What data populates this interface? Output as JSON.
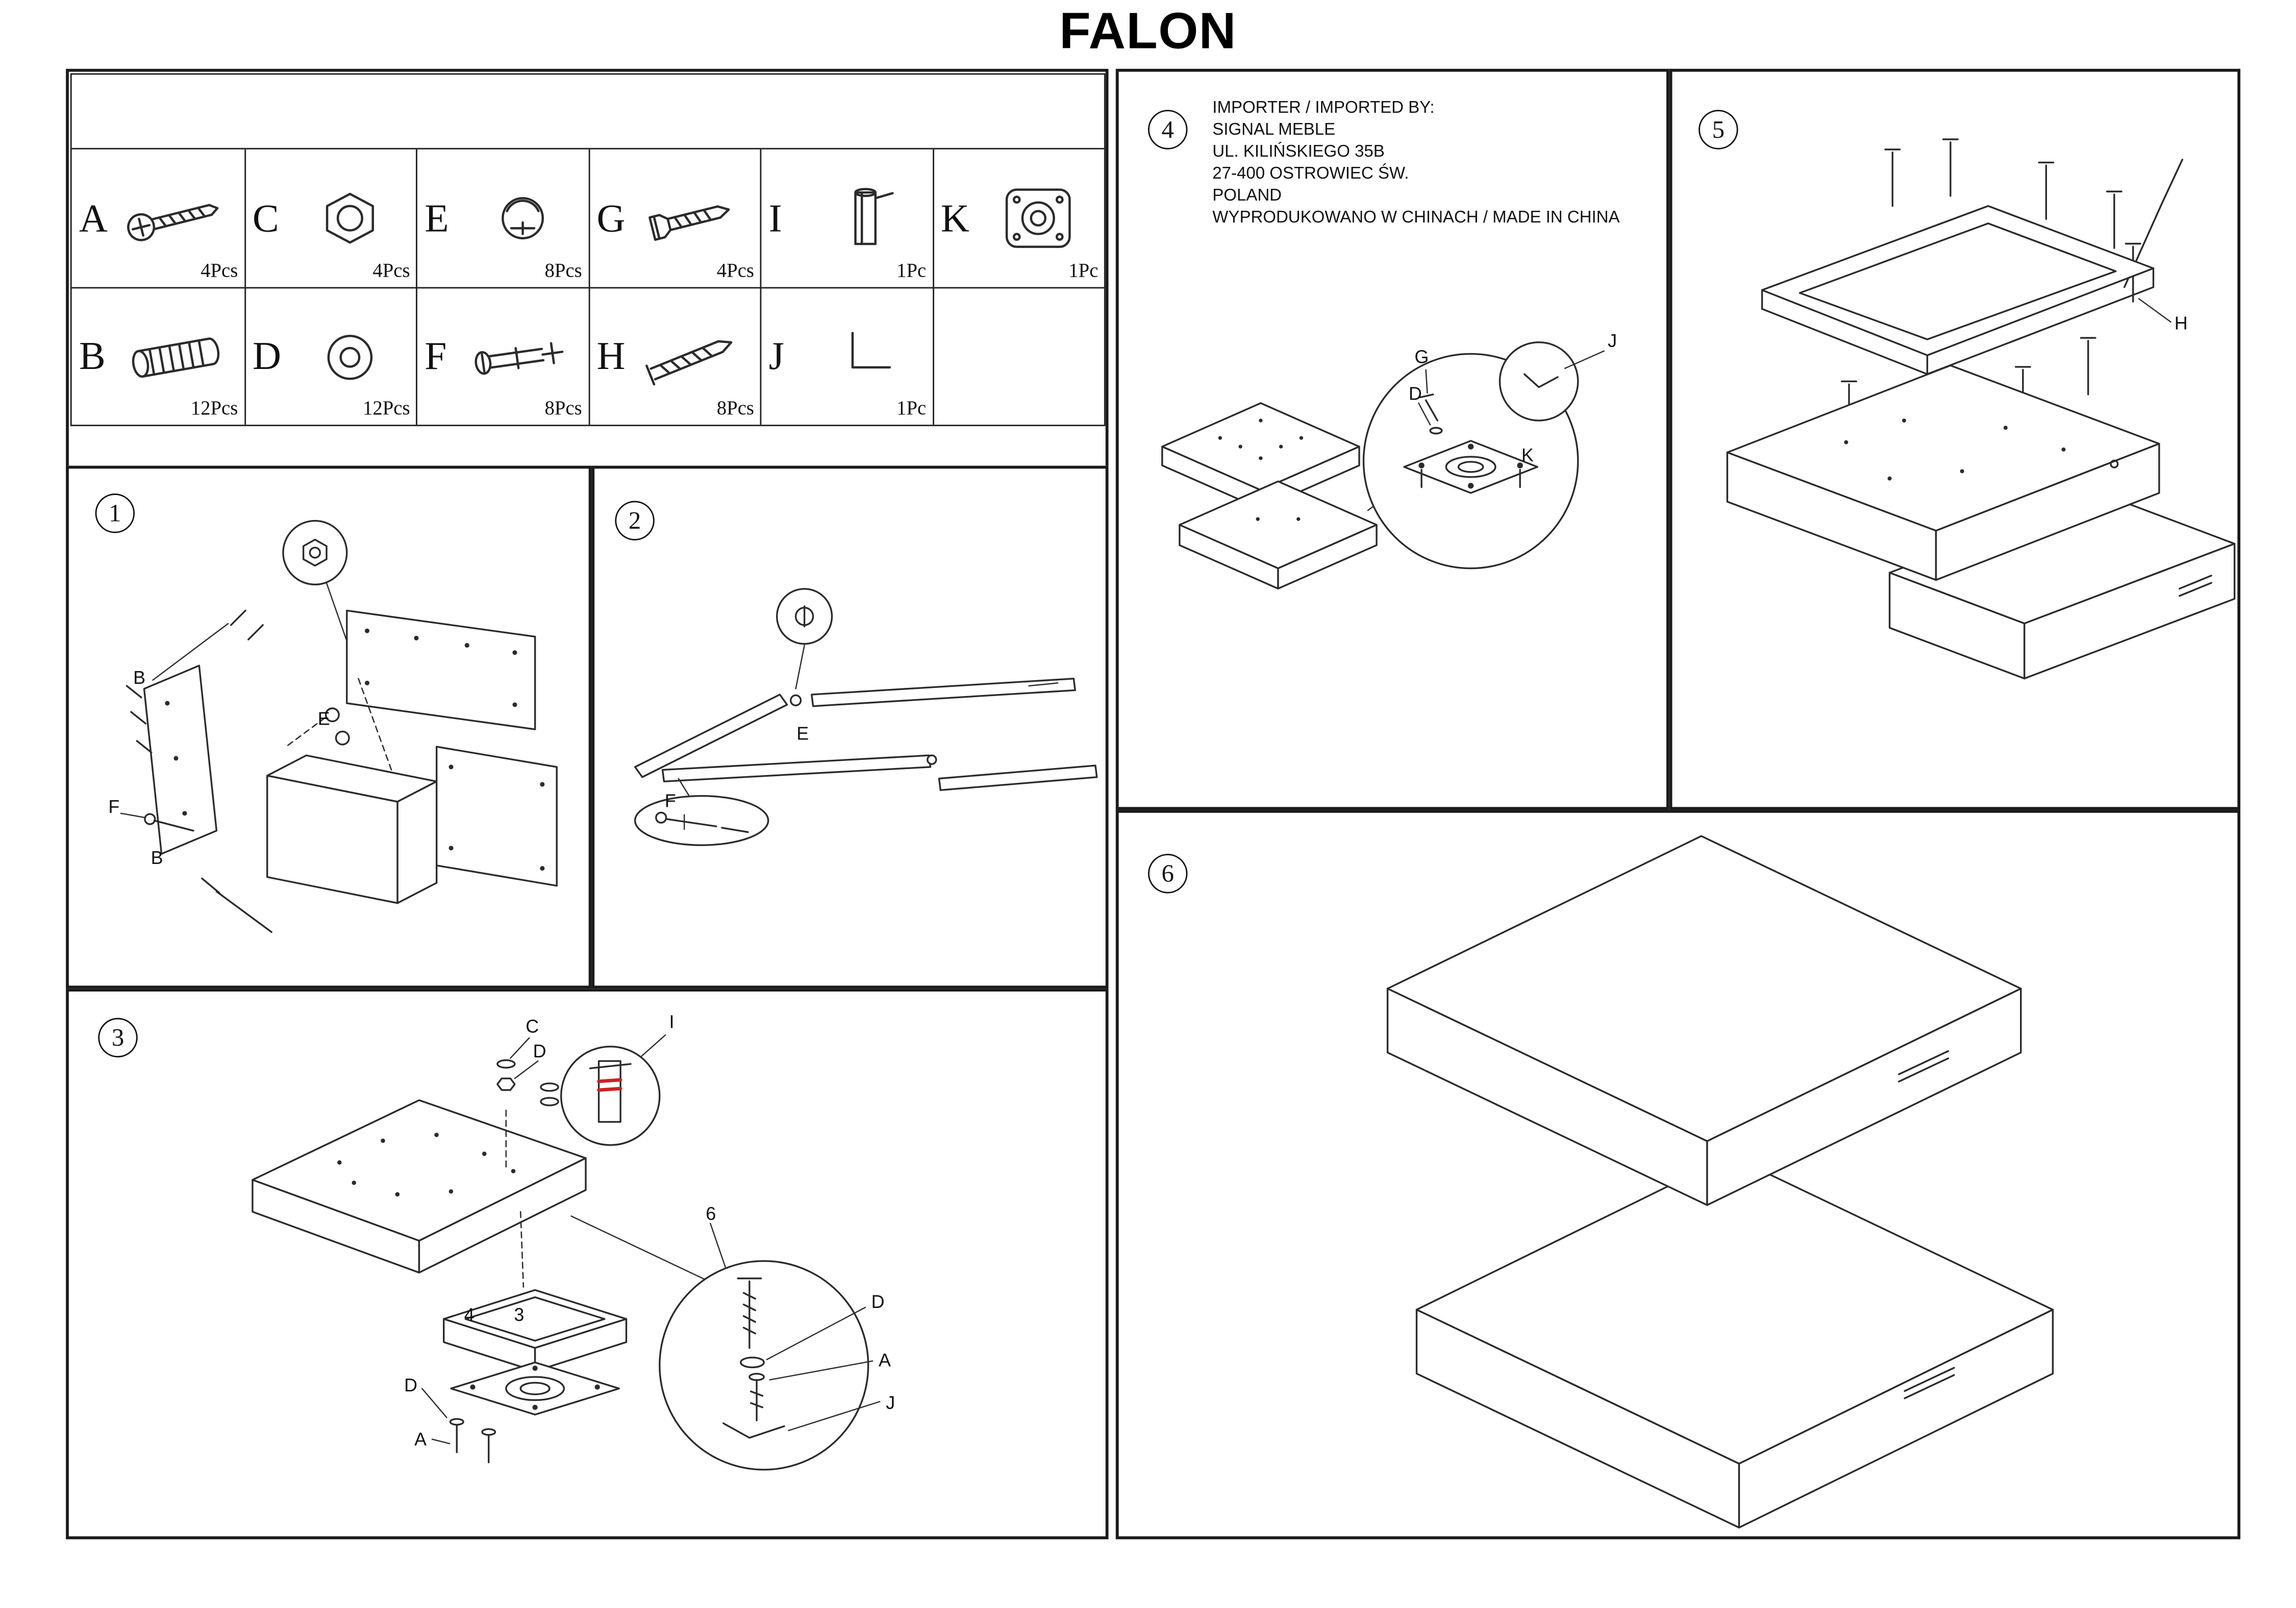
{
  "title": "FALON",
  "parts_table": {
    "row1": [
      {
        "letter": "A",
        "count": "4Pcs"
      },
      {
        "letter": "C",
        "count": "4Pcs"
      },
      {
        "letter": "E",
        "count": "8Pcs"
      },
      {
        "letter": "G",
        "count": "4Pcs"
      },
      {
        "letter": "I",
        "count": "1Pc"
      },
      {
        "letter": "K",
        "count": "1Pc"
      }
    ],
    "row2": [
      {
        "letter": "B",
        "count": "12Pcs"
      },
      {
        "letter": "D",
        "count": "12Pcs"
      },
      {
        "letter": "F",
        "count": "8Pcs"
      },
      {
        "letter": "H",
        "count": "8Pcs"
      },
      {
        "letter": "J",
        "count": "1Pc"
      }
    ]
  },
  "importer": {
    "lines": [
      "IMPORTER / IMPORTED BY:",
      "SIGNAL MEBLE",
      "UL. KILIŃSKIEGO 35B",
      "27-400 OSTROWIEC ŚW.",
      "POLAND",
      "WYPRODUKOWANO W CHINACH / MADE IN CHINA"
    ]
  },
  "steps": {
    "s1": {
      "number": "1",
      "labels": [
        "B",
        "E",
        "F",
        "B"
      ]
    },
    "s2": {
      "number": "2",
      "labels": [
        "E",
        "F"
      ]
    },
    "s3": {
      "number": "3",
      "labels": [
        "C",
        "D",
        "I",
        "6",
        "4",
        "3",
        "D",
        "A",
        "D",
        "A",
        "J"
      ]
    },
    "s4": {
      "number": "4",
      "labels": [
        "G",
        "D",
        "J",
        "K"
      ]
    },
    "s5": {
      "number": "5",
      "labels": [
        "H"
      ]
    },
    "s6": {
      "number": "6",
      "labels": []
    }
  },
  "colors": {
    "line": "#2b2b2b",
    "accent_red": "#cc2222"
  }
}
